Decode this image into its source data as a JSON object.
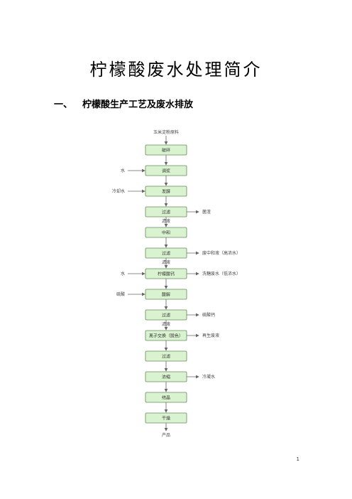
{
  "title": "柠檬酸废水处理简介",
  "heading": {
    "number": "一、",
    "text": "柠檬酸生产工艺及废水排放"
  },
  "flowchart": {
    "top_label": "玉米淀粉原料",
    "bottom_label": "产品",
    "steps": [
      {
        "label": "破碎"
      },
      {
        "label": "调浆"
      },
      {
        "label": "发酵"
      },
      {
        "label": "过滤"
      },
      {
        "label": "中和"
      },
      {
        "label": "过滤"
      },
      {
        "label": "柠檬酸钙"
      },
      {
        "label": "酸解"
      },
      {
        "label": "过滤"
      },
      {
        "label": "离子交换（脱色）"
      },
      {
        "label": "过滤"
      },
      {
        "label": "浓缩"
      },
      {
        "label": "结晶"
      },
      {
        "label": "干燥"
      }
    ],
    "inputs": [
      {
        "step": 1,
        "label": "水"
      },
      {
        "step": 2,
        "label": "冷却水"
      },
      {
        "step": 6,
        "label": "水"
      },
      {
        "step": 7,
        "label": "硫酸"
      }
    ],
    "outputs": [
      {
        "step": 3,
        "label": "菌渣"
      },
      {
        "step": 5,
        "label": "废中和液（高浓水）"
      },
      {
        "step": 6,
        "label": "洗糖废水（低浓水）"
      },
      {
        "step": 8,
        "label": "硫酸钙"
      },
      {
        "step": 9,
        "label": "再生废液"
      },
      {
        "step": 11,
        "label": "冷凝水"
      }
    ],
    "between_labels": [
      {
        "after_step": 3,
        "label": "滤液"
      },
      {
        "after_step": 5,
        "label": "滤液"
      },
      {
        "after_step": 8,
        "label": "滤液"
      }
    ]
  },
  "page_number": "1",
  "colors": {
    "box_fill": "#d9f2cf",
    "box_stroke": "#6a8a5c",
    "line": "#666666"
  }
}
